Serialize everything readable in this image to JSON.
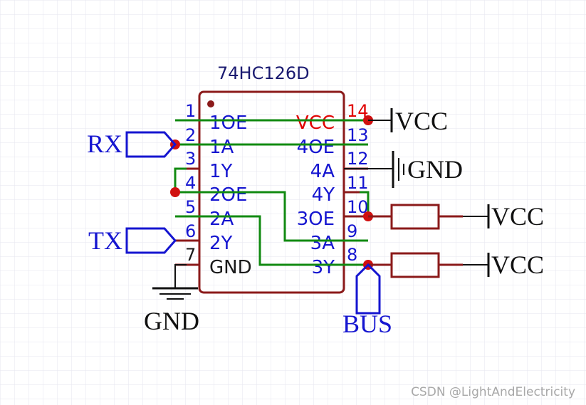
{
  "chip": {
    "title": "74HC126D",
    "outline_color": "#8b1a1a",
    "left_pins": [
      {
        "num": "1",
        "name": "1OE"
      },
      {
        "num": "2",
        "name": "1A"
      },
      {
        "num": "3",
        "name": "1Y"
      },
      {
        "num": "4",
        "name": "2OE"
      },
      {
        "num": "5",
        "name": "2A"
      },
      {
        "num": "6",
        "name": "2Y"
      },
      {
        "num": "7",
        "name": "GND"
      }
    ],
    "right_pins": [
      {
        "num": "14",
        "name": "VCC"
      },
      {
        "num": "13",
        "name": "4OE"
      },
      {
        "num": "12",
        "name": "4A"
      },
      {
        "num": "11",
        "name": "4Y"
      },
      {
        "num": "10",
        "name": "3OE"
      },
      {
        "num": "9",
        "name": "3A"
      },
      {
        "num": "8",
        "name": "3Y"
      }
    ]
  },
  "labels": {
    "rx": "RX",
    "tx": "TX",
    "bus": "BUS",
    "gnd_bottom": "GND",
    "gnd_right": "GND",
    "vcc_top": "VCC",
    "vcc_r1": "VCC",
    "vcc_r2": "VCC"
  },
  "watermark": "CSDN @LightAndElectricity",
  "colors": {
    "wire": "#118a11",
    "pin_text": "#1515d0",
    "power_pin_text": "#e00000",
    "junction": "#d01010",
    "net_label": "#1515d0",
    "grid": "#e6e6ef"
  }
}
